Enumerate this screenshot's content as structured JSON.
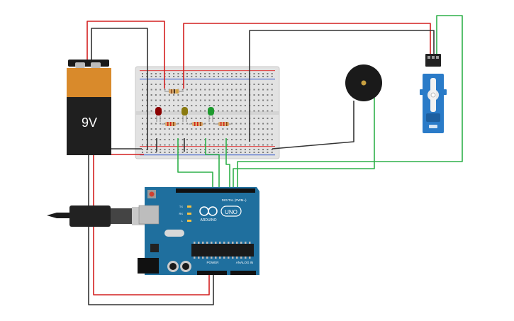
{
  "battery": {
    "label": "9V"
  },
  "arduino": {
    "brand": "ARDUINO",
    "model": "UNO",
    "digital_header": "DIGITAL (PWM~)",
    "power_header": "POWER",
    "analog_header": "ANALOG IN",
    "led_labels": [
      "TX",
      "RX",
      "L"
    ]
  },
  "leds": [
    {
      "color_name": "red",
      "color": "#8b0000"
    },
    {
      "color_name": "yellow",
      "color": "#8a7a10"
    },
    {
      "color_name": "green",
      "color": "#1e9a2e"
    }
  ],
  "wire_colors": {
    "red": "#d42020",
    "black": "#333333",
    "green": "#2fb04a"
  },
  "servo": {
    "color": "#2a7bc8"
  },
  "buzzer": {
    "color": "#1a1a1a"
  }
}
